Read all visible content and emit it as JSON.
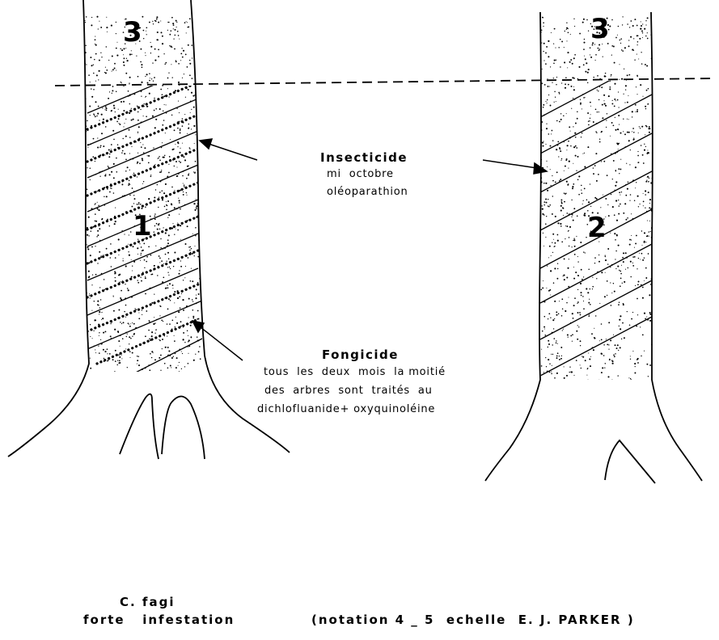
{
  "zones": {
    "left_top": "3",
    "left_main": "1",
    "right_top": "3",
    "right_main": "2"
  },
  "insecticide": {
    "title": "Insecticide",
    "line1": "mi  octobre",
    "line2": "oléoparathion"
  },
  "fongicide": {
    "title": "Fongicide",
    "line1": "tous  les  deux  mois  la moitié",
    "line2": "des  arbres  sont  traités  au",
    "line3": "dichlofluanide+ oxyquinoléine"
  },
  "caption": {
    "species": "C. fagi",
    "infestation": "forte   infestation",
    "scale": "(notation 4 _ 5  echelle  E. J. PARKER )"
  }
}
